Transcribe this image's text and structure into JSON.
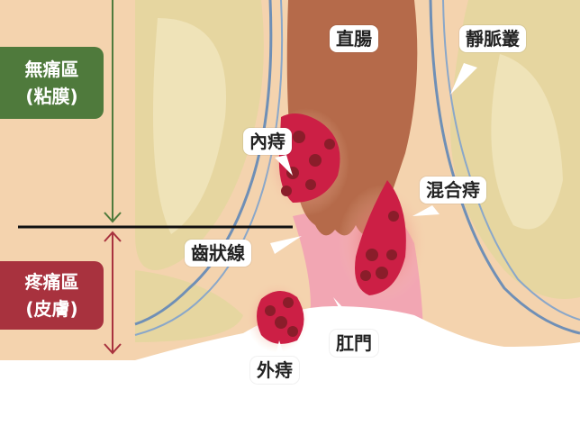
{
  "labels": {
    "rectum": "直腸",
    "venous_plexus": "靜脈叢",
    "internal_hemorrhoid": "內痔",
    "mixed_hemorrhoid": "混合痔",
    "dentate_line": "齒狀線",
    "anus": "肛門",
    "external_hemorrhoid": "外痔"
  },
  "zones": {
    "painless": {
      "line1": "無痛區",
      "line2": "(粘膜)"
    },
    "painful": {
      "line1": "疼痛區",
      "line2": "(皮膚)"
    }
  },
  "colors": {
    "painless_zone": "#4f7a3c",
    "painful_zone": "#a8323e",
    "skin": "#f4d3ae",
    "rectum": "#b56a4a",
    "hemorrhoid": "#cc1f45",
    "muscle": "#e6d6a0"
  }
}
